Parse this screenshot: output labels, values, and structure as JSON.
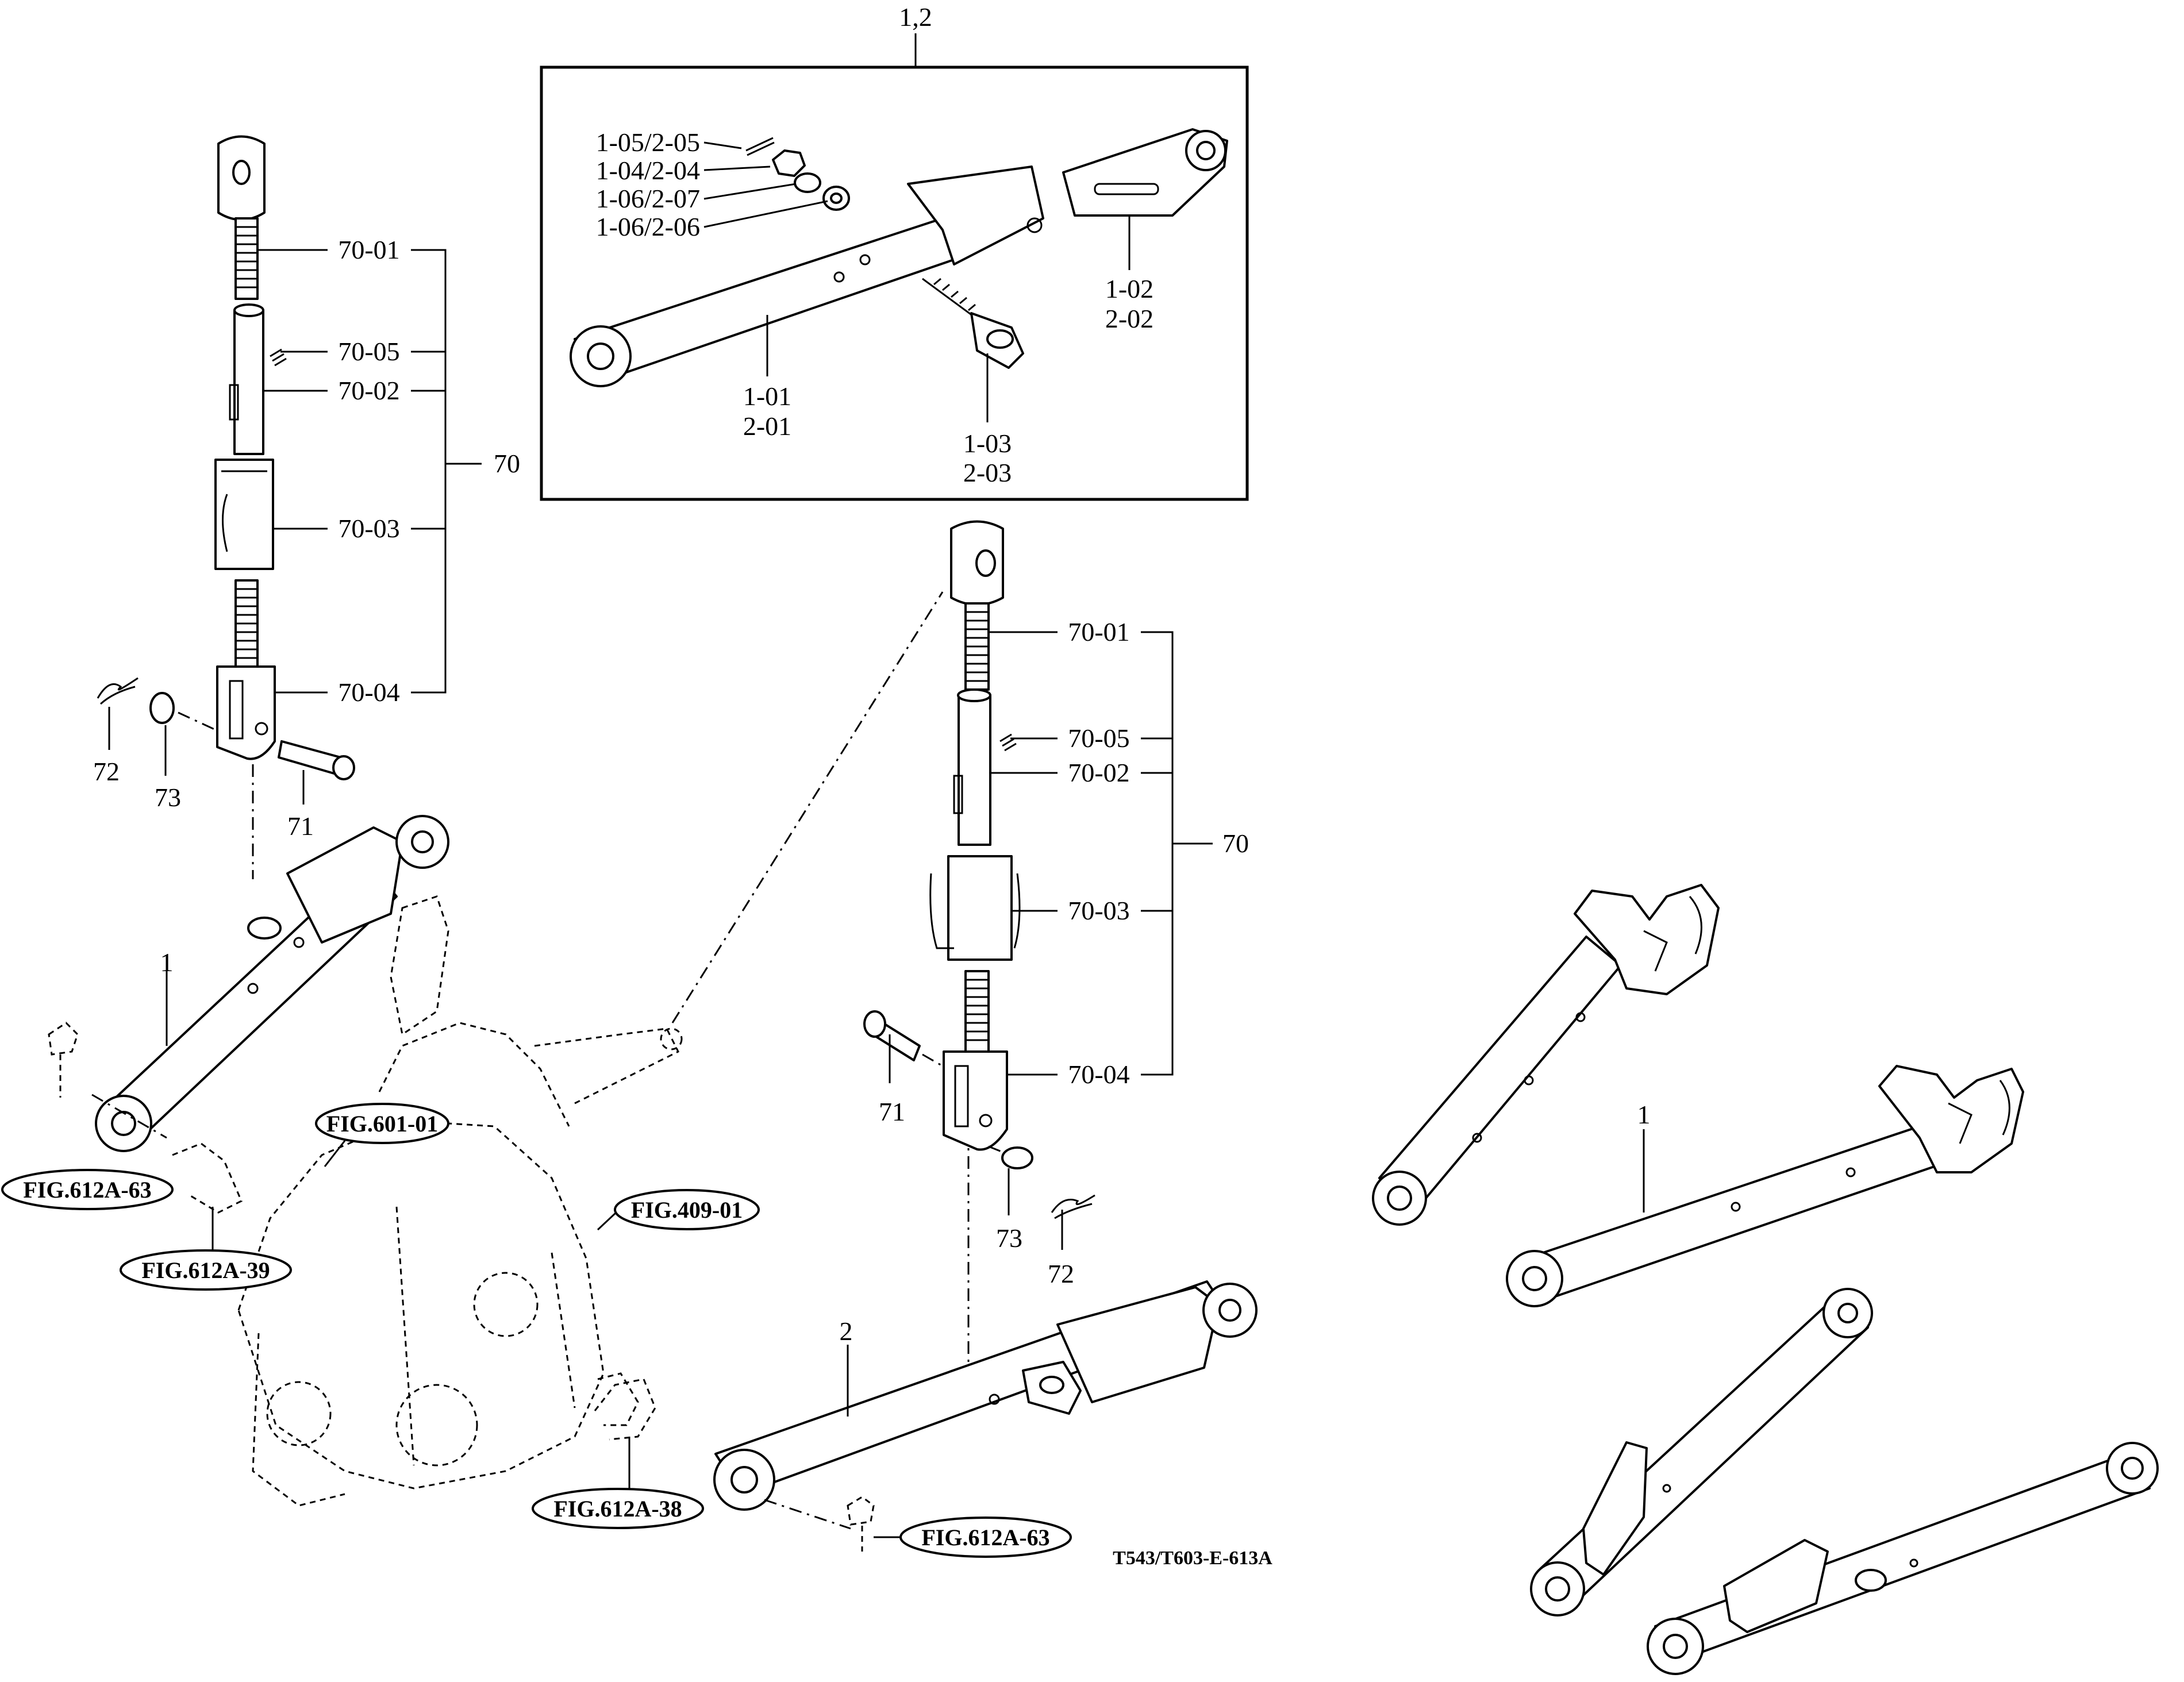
{
  "diagram": {
    "inset_title": "1,2",
    "drawing_code": "T543/T603-E-613A",
    "inset_labels": {
      "p1_05": "1-05/2-05",
      "p1_04": "1-04/2-04",
      "p1_06_07": "1-06/2-07",
      "p1_06_06": "1-06/2-06",
      "p1_02": "1-02",
      "p2_02": "2-02",
      "p1_01": "1-01",
      "p2_01": "2-01",
      "p1_03": "1-03",
      "p2_03": "2-03"
    },
    "left_rod": {
      "p70_01": "70-01",
      "p70_05": "70-05",
      "p70_02": "70-02",
      "p70_03": "70-03",
      "p70_04": "70-04",
      "assembly": "70",
      "p72": "72",
      "p73": "73",
      "p71": "71"
    },
    "center_rod": {
      "p70_01": "70-01",
      "p70_05": "70-05",
      "p70_02": "70-02",
      "p70_03": "70-03",
      "p70_04": "70-04",
      "assembly": "70",
      "p71": "71",
      "p73": "73",
      "p72": "72"
    },
    "links": {
      "left_link": "1",
      "lower_link": "2",
      "right_link": "1"
    },
    "figure_refs": {
      "fig601_01": "FIG.601-01",
      "fig409_01": "FIG.409-01",
      "fig612a_63_left": "FIG.612A-63",
      "fig612a_39": "FIG.612A-39",
      "fig612a_38": "FIG.612A-38",
      "fig612a_63_bottom": "FIG.612A-63"
    }
  }
}
